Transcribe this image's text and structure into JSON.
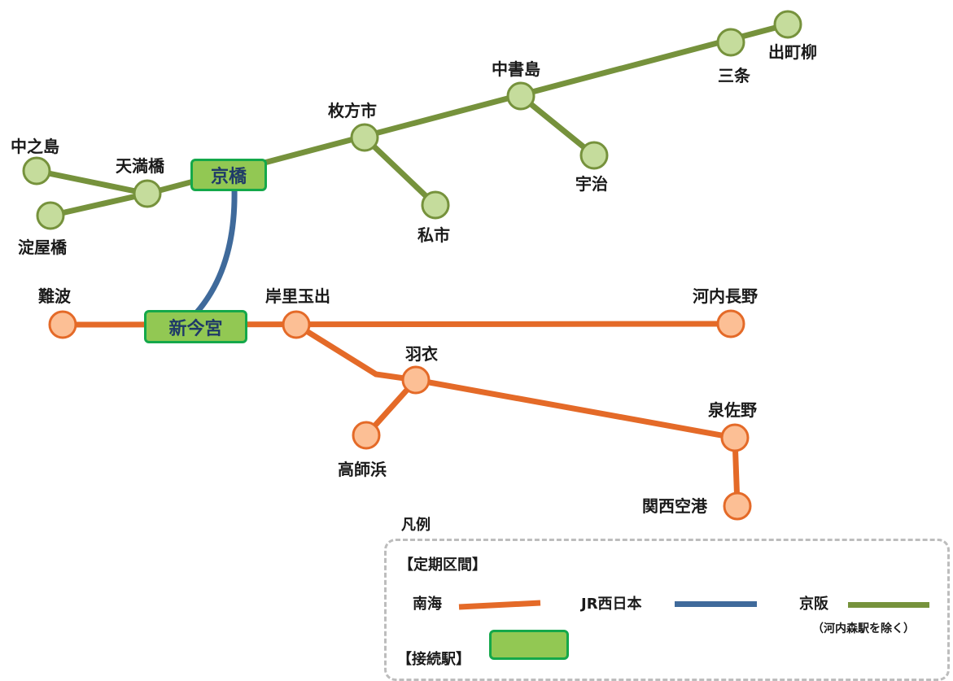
{
  "colors": {
    "nankai": "#e46a28",
    "jr_west": "#3f6a9b",
    "keihan": "#76923c",
    "nankai_station_fill": "#fcbf95",
    "keihan_station_fill": "#c5dc9c",
    "connection_fill": "#92c853",
    "connection_border": "#14a84a"
  },
  "stations": {
    "demachiyanagi": "出町柳",
    "sanjo": "三条",
    "chushojima": "中書島",
    "uji": "宇治",
    "hirakatashi": "枚方市",
    "kisaichi": "私市",
    "nakanoshima": "中之島",
    "temmabashi": "天満橋",
    "yodoyabashi": "淀屋橋",
    "kyobashi": "京橋",
    "namba": "難波",
    "shin_imamiya": "新今宮",
    "kishinosato_tamade": "岸里玉出",
    "kawachinagano": "河内長野",
    "hagoromo": "羽衣",
    "takashinohama": "高師浜",
    "izumisano": "泉佐野",
    "kansai_airport": "関西空港"
  },
  "legend": {
    "title": "凡例",
    "section_pass": "【定期区間】",
    "nankai_label": "南海",
    "jr_label": "JR西日本",
    "keihan_label": "京阪",
    "keihan_note": "（河内森駅を除く）",
    "connection_label": "【接続駅】"
  }
}
